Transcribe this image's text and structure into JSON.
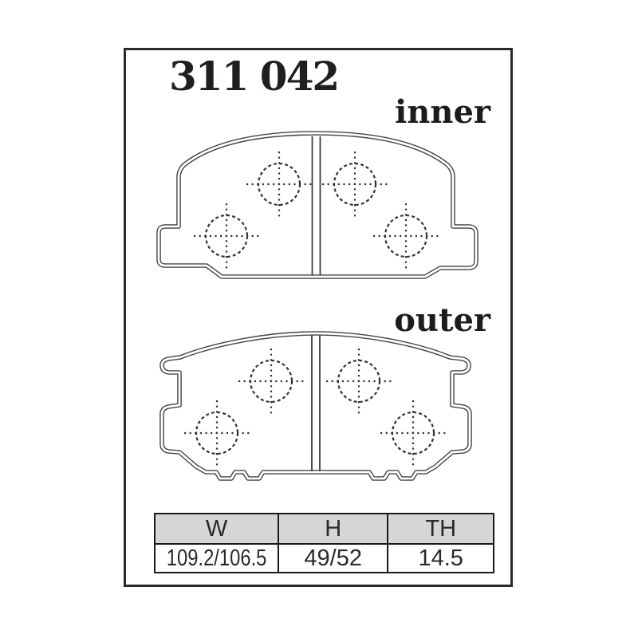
{
  "header": {
    "part_number": "311 042"
  },
  "labels": {
    "inner": "inner",
    "outer": "outer"
  },
  "table": {
    "headers": [
      "W",
      "H",
      "TH"
    ],
    "values": [
      "109.2/106.5",
      "49/52",
      "14.5"
    ]
  },
  "colors": {
    "background": "#ffffff",
    "frame_border": "#2a2a2a",
    "line_color": "#3d3d3d",
    "table_header_bg": "#d6d6d6",
    "text_color": "#221e1d"
  }
}
